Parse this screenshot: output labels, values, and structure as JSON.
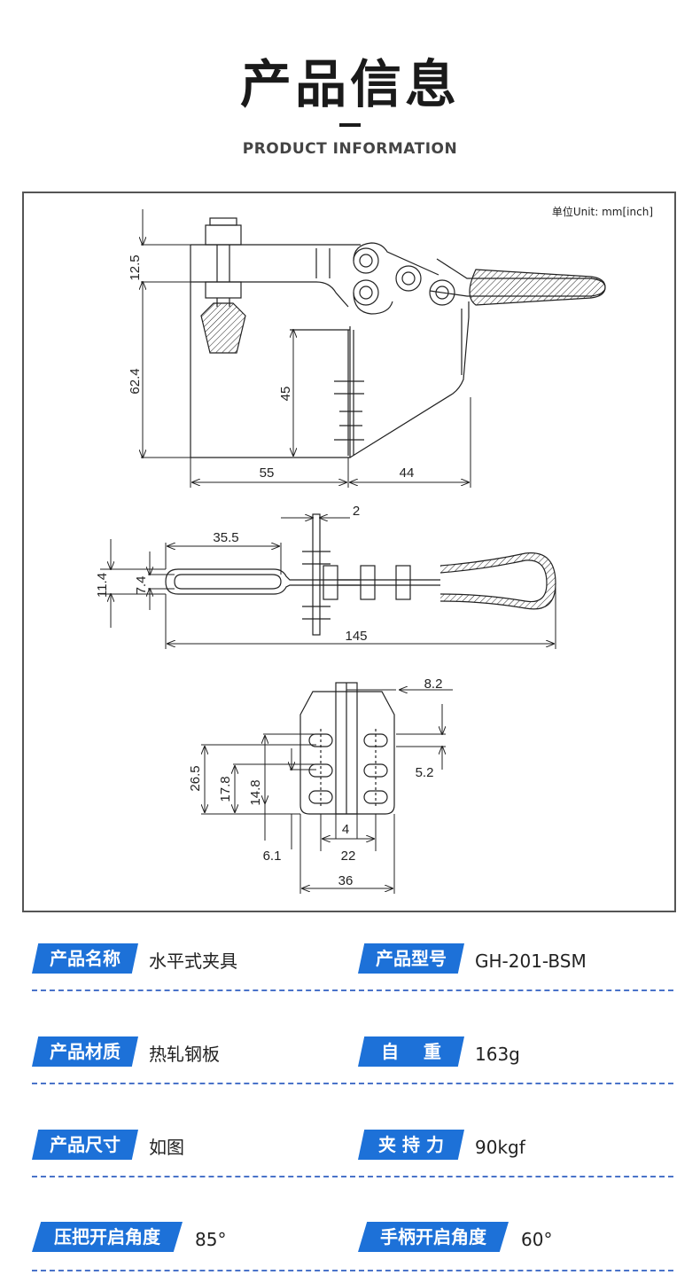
{
  "header": {
    "title": "产品信息",
    "subtitle": "PRODUCT INFORMATION"
  },
  "drawing": {
    "unit_label": "单位Unit:  mm[inch]",
    "dimensions": [
      "12.5",
      "62.4",
      "45",
      "55",
      "44",
      "2",
      "35.5",
      "11.4",
      "7.4",
      "145",
      "8.2",
      "26.5",
      "17.8",
      "14.8",
      "5.2",
      "4",
      "22",
      "6.1",
      "36"
    ]
  },
  "specs": [
    {
      "left": {
        "label": "产品名称",
        "value": "水平式夹具"
      },
      "right": {
        "label": "产品型号",
        "value": "GH-201-BSM"
      }
    },
    {
      "left": {
        "label": "产品材质",
        "value": "热轧钢板"
      },
      "right": {
        "label": "自    重",
        "value": "163g"
      }
    },
    {
      "left": {
        "label": "产品尺寸",
        "value": "如图"
      },
      "right": {
        "label": "夹 持 力",
        "value": "90kgf"
      }
    },
    {
      "left": {
        "label": "压把开启角度",
        "value": "85°"
      },
      "right": {
        "label": "手柄开启角度",
        "value": "60°"
      }
    }
  ],
  "colors": {
    "accent": "#1d71d8",
    "rule": "#4a73c9",
    "frame": "#555555"
  }
}
